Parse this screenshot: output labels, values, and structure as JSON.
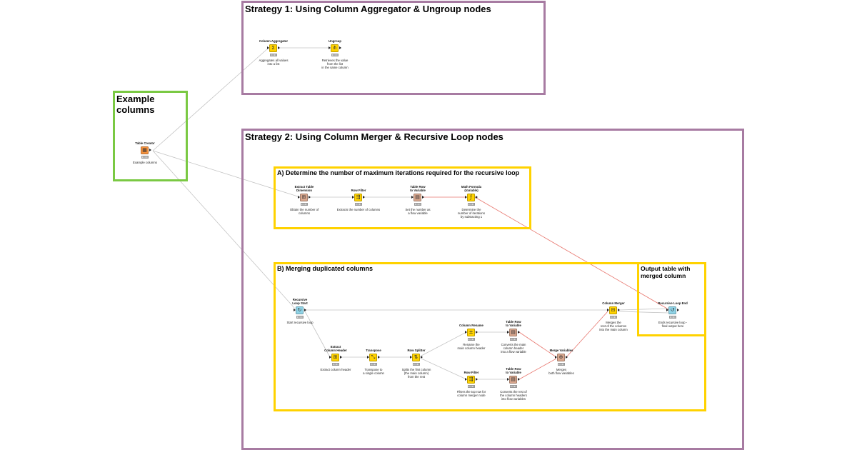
{
  "annotations": {
    "strategy1_title": "Strategy 1: Using Column Aggregator & Ungroup nodes",
    "example_title": "Example\ncolumns",
    "strategy2_title": "Strategy 2: Using Column Merger & Recursive Loop nodes",
    "sectionA_title": "A) Determine the number of maximum iterations required for the recursive loop",
    "sectionB_title": "B) Merging duplicated columns",
    "output_title": "Output table with\nmerged column"
  },
  "colors": {
    "strategy_border": "#a77ba2",
    "example_border": "#7ac943",
    "section_border": "#ffd200",
    "connection_gray": "#b5b5b5",
    "connection_red": "#e8776f",
    "manipulator": "#ffd200",
    "source": "#f5923e",
    "flow_variable": "#d9a78e",
    "loop": "#8fd3e6"
  },
  "nodes": {
    "table_creator": {
      "title": "Table Creator",
      "desc": "Example columns",
      "category": "source",
      "icon": "table-grid-icon"
    },
    "column_aggregator": {
      "title": "Column Aggregator",
      "desc": "Aggregates all values\ninto a list",
      "category": "manipulator",
      "icon": "sigma-icon"
    },
    "ungroup": {
      "title": "Ungroup",
      "desc": "Retrieves the value\nfrom the list\nin the same column",
      "category": "manipulator",
      "icon": "ungroup-icon"
    },
    "extract_table_dimension": {
      "title": "Extract Table\nDimension",
      "desc": "Obtain the number of\ncolumns",
      "category": "flow_variable",
      "icon": "dimension-icon"
    },
    "row_filter_a": {
      "title": "Row Filter",
      "desc": "Extracts the number of columns",
      "category": "manipulator",
      "icon": "filter-icon"
    },
    "table_row_to_variable_a": {
      "title": "Table Row\nto Variable",
      "desc": "Set the number as\na flow variable",
      "category": "flow_variable",
      "icon": "variable-icon"
    },
    "math_formula": {
      "title": "Math Formula\n(Variable)",
      "desc": "Determine the\nnumber of iterations\nby subtracting 1",
      "category": "manipulator",
      "icon": "formula-icon"
    },
    "recursive_loop_start": {
      "title": "Recursive\nLoop Start",
      "desc": "Start recursive loop",
      "category": "loop",
      "icon": "loop-start-icon"
    },
    "extract_column_header": {
      "title": "Extract\nColumn Header",
      "desc": "Extract column header",
      "category": "manipulator",
      "icon": "header-icon"
    },
    "transpose": {
      "title": "Transpose",
      "desc": "Transpose to\na single column",
      "category": "manipulator",
      "icon": "transpose-icon"
    },
    "row_splitter": {
      "title": "Row Splitter",
      "desc": "Splits the first column\n(the main column)\nfrom the rest",
      "category": "manipulator",
      "icon": "split-icon"
    },
    "column_rename": {
      "title": "Column Rename",
      "desc": "Rename the\nmain column header",
      "category": "manipulator",
      "icon": "rename-icon"
    },
    "row_filter_b": {
      "title": "Row Filter",
      "desc": "Filters the top row for\ncolumn merger node",
      "category": "manipulator",
      "icon": "filter-icon"
    },
    "table_row_to_variable_b1": {
      "title": "Table Row\nto Variable",
      "desc": "Converts the main\ncolumn header\ninto a flow variable",
      "category": "flow_variable",
      "icon": "variable-icon"
    },
    "table_row_to_variable_b2": {
      "title": "Table Row\nto Variable",
      "desc": "Converts the rest of\nthe column headers\ninto flow variables",
      "category": "flow_variable",
      "icon": "variable-icon"
    },
    "merge_variables": {
      "title": "Merge Variables",
      "desc": "Merges\nboth flow variables",
      "category": "flow_variable",
      "icon": "merge-icon"
    },
    "column_merger": {
      "title": "Column Merger",
      "desc": "Merges the\nrest of the columns\ninto the main column",
      "category": "manipulator",
      "icon": "column-merge-icon"
    },
    "recursive_loop_end": {
      "title": "Recursive Loop End",
      "desc": "Ends recursive loop -\nfinal output here",
      "category": "loop",
      "icon": "loop-end-icon"
    }
  }
}
